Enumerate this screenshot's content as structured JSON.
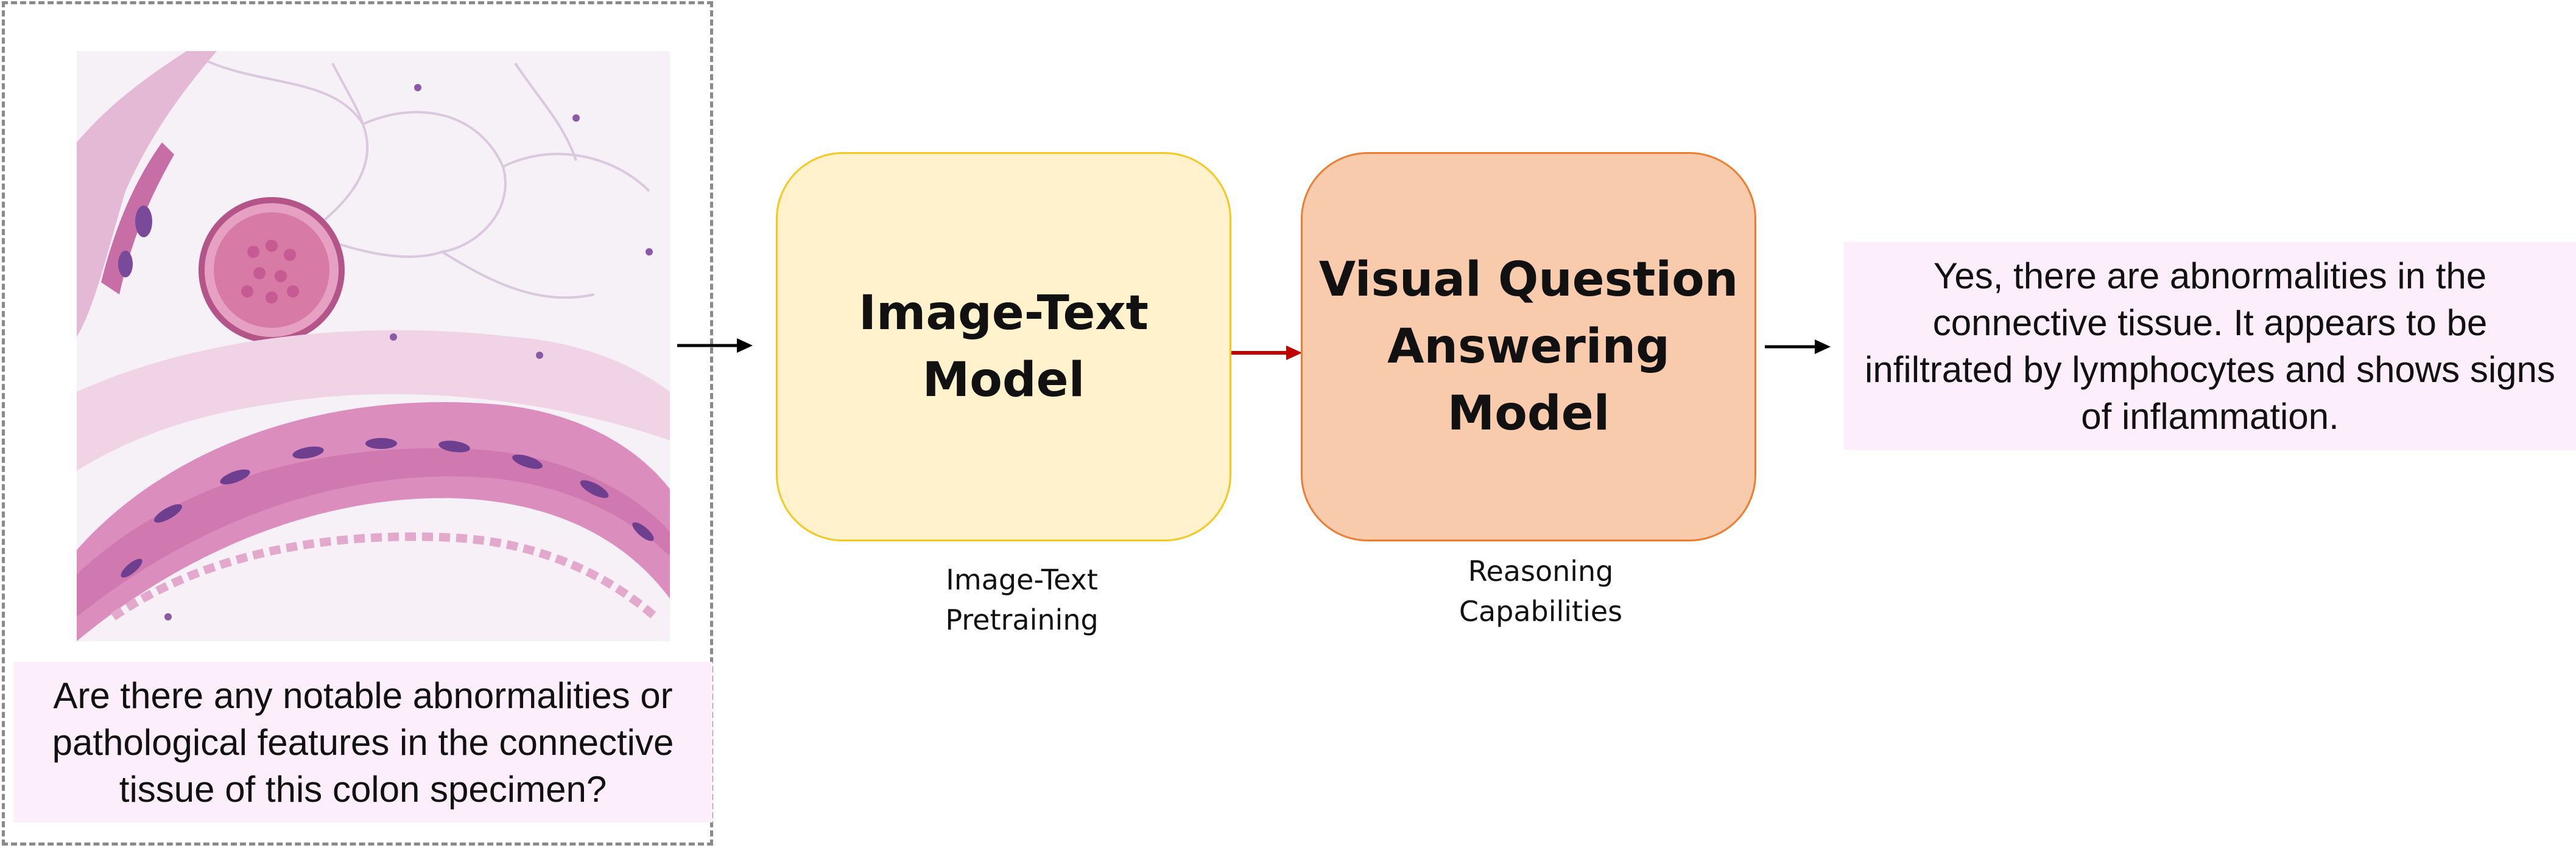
{
  "input": {
    "image_alt": "H&E stained histology section of colon connective tissue",
    "question": "Are there any notable abnormalities or pathological features in the connective tissue of this colon specimen?"
  },
  "image_text_model": {
    "title_line1": "Image-Text",
    "title_line2": "Model",
    "caption_line1": "Image-Text",
    "caption_line2": "Pretraining",
    "fill_color": "#fff2cc",
    "border_color": "#f5c81e"
  },
  "vqa_model": {
    "title_line1": "Visual Question",
    "title_line2": "Answering",
    "title_line3": "Model",
    "caption_line1": "Reasoning",
    "caption_line2": "Capabilities",
    "fill_color": "#f8cbad",
    "border_color": "#ed7d31"
  },
  "output": {
    "answer": "Yes, there are abnormalities in the connective tissue. It appears to be infiltrated by lymphocytes and shows signs of inflammation."
  },
  "colors": {
    "arrow_black": "#000000",
    "arrow_red": "#c00000",
    "text_box_fill": "#fdeefb"
  }
}
